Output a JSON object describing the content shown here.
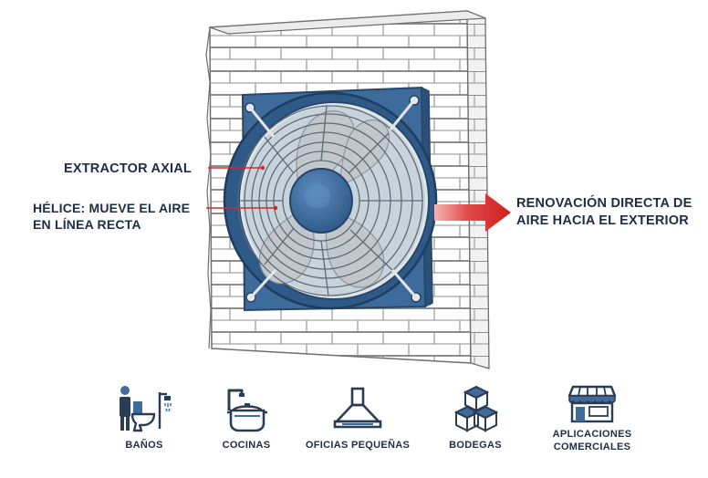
{
  "labels": {
    "extractor": "EXTRACTOR AXIAL",
    "helice": "HÉLICE: MUEVE EL AIRE EN LÍNEA RECTA",
    "renovacion": "RENOVACIÓN DIRECTA DE AIRE HACIA EL EXTERIOR"
  },
  "applications": [
    {
      "label": "BAÑOS",
      "icon": "toilet-person-icon"
    },
    {
      "label": "COCINAS",
      "icon": "cooking-pot-icon"
    },
    {
      "label": "OFICIAS PEQUEÑAS",
      "icon": "range-hood-icon"
    },
    {
      "label": "BODEGAS",
      "icon": "stacked-boxes-icon"
    },
    {
      "label": "APLICACIONES COMERCIALES",
      "icon": "storefront-icon"
    }
  ],
  "colors": {
    "fan_blue": "#3d6c9c",
    "fan_blue_dark": "#26466a",
    "blade_gray": "#c2c7cc",
    "arrow_red": "#d62828",
    "icon_navy": "#2b3c55",
    "icon_blue": "#3e6d9b",
    "brick_line": "#8a8a8a"
  }
}
